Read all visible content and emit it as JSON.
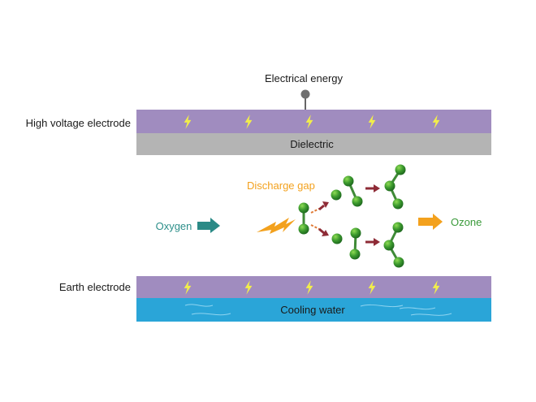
{
  "labels": {
    "electrical_energy": "Electrical energy",
    "high_voltage_electrode": "High voltage electrode",
    "dielectric": "Dielectric",
    "discharge_gap": "Discharge gap",
    "oxygen": "Oxygen",
    "ozone": "Ozone",
    "earth_electrode": "Earth electrode",
    "cooling_water": "Cooling water"
  },
  "colors": {
    "electrode": "#a08cbf",
    "dielectric": "#b4b4b4",
    "water": "#2aa5d8",
    "bolt": "#f2ee4a",
    "molecule": "#3c9a2e",
    "bond": "#3f8a37",
    "oxygen_text": "#2d8f8a",
    "oxygen_arrow": "#2b8a86",
    "ozone_text": "#3a9a3a",
    "ozone_arrow": "#f3a11d",
    "discharge_text": "#f3a11d",
    "split_arrow": "#8e2b36",
    "text": "#1a1a1a"
  },
  "icons": {
    "bolt": "lightning-bolt-icon",
    "terminal": "electrode-terminal-icon"
  }
}
